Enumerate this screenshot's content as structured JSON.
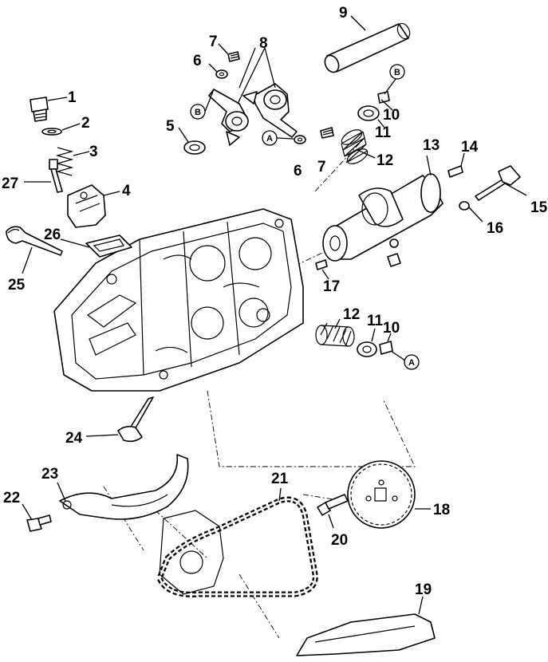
{
  "callouts": [
    "1",
    "2",
    "3",
    "4",
    "5",
    "6",
    "7",
    "8",
    "9",
    "10",
    "11",
    "12",
    "13",
    "14",
    "15",
    "16",
    "17",
    "18",
    "19",
    "20",
    "21",
    "22",
    "23",
    "24",
    "25",
    "26",
    "27"
  ],
  "callouts_repeat": [
    "6",
    "7",
    "10",
    "11",
    "12"
  ],
  "refs": [
    "A",
    "B"
  ]
}
